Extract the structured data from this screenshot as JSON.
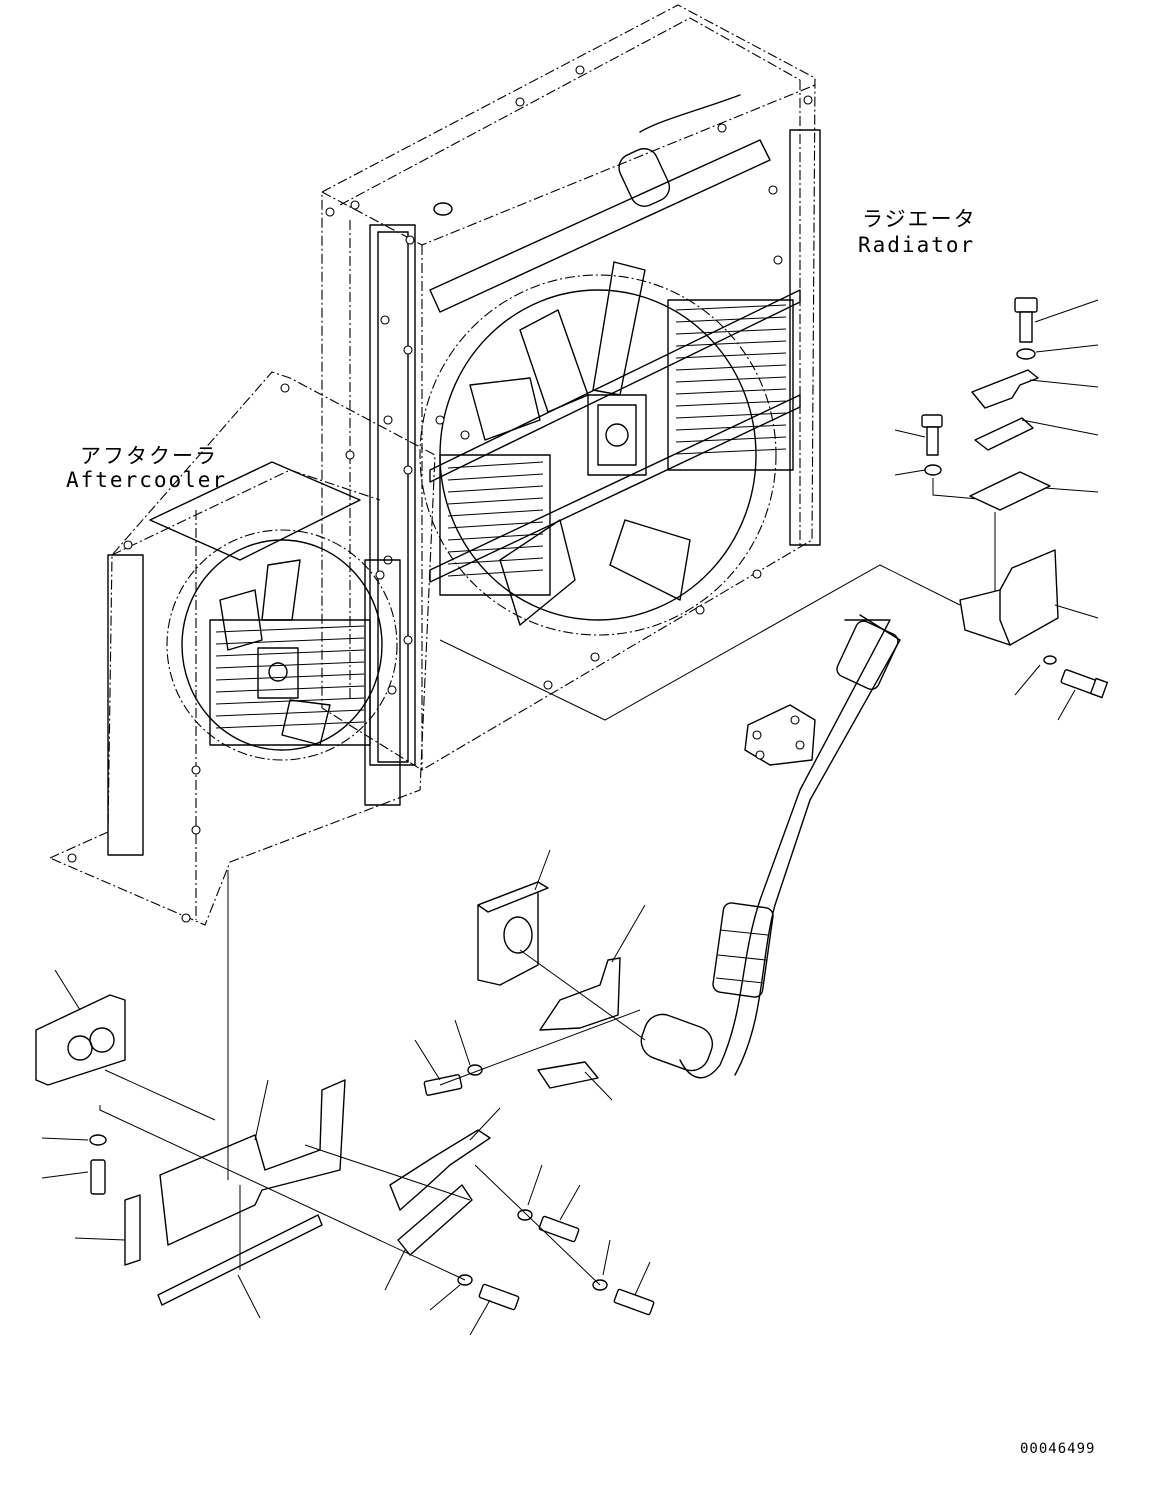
{
  "labels": {
    "radiator_jp": "ラジエータ",
    "radiator_en": "Radiator",
    "aftercooler_jp": "アフタクーラ",
    "aftercooler_en": "Aftercooler"
  },
  "drawing_number": "00046499"
}
